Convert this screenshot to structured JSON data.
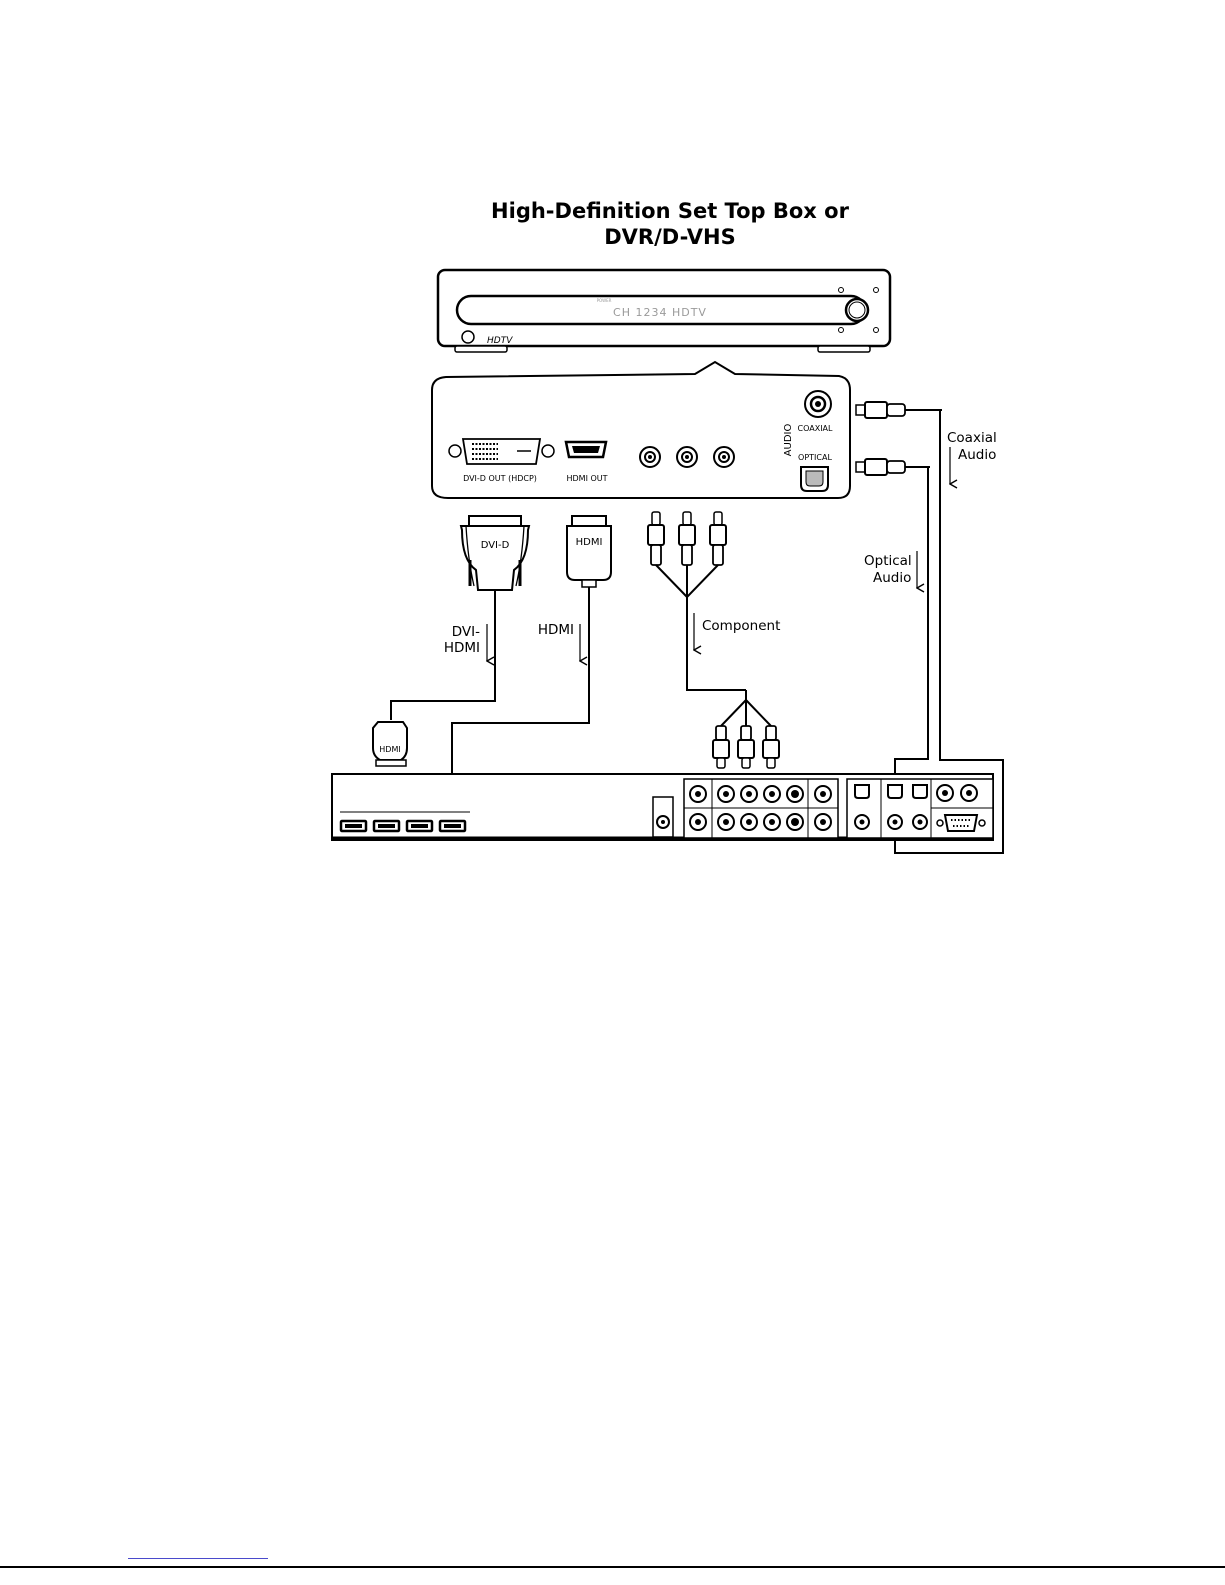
{
  "title": {
    "line1": "High-Definition Set Top Box or",
    "line2": "DVR/D-VHS"
  },
  "set_top_box": {
    "model_text": "CH 1234 HDTV",
    "brand_text": "HDTV",
    "power_label": "POWER"
  },
  "rear_panel": {
    "dvi_port_label": "DVI-D OUT (HDCP)",
    "hdmi_port_label": "HDMI OUT",
    "audio_label": "AUDIO",
    "coaxial_label": "COAXIAL",
    "optical_label": "OPTICAL"
  },
  "connectors": {
    "dvi_plug_label": "DVI-D",
    "hdmi_plug_label": "HDMI",
    "tv_hdmi_plug_label": "HDMI"
  },
  "cables": {
    "dvi_hdmi_line1": "DVI-",
    "dvi_hdmi_line2": "HDMI",
    "hdmi": "HDMI",
    "component": "Component",
    "optical_line1": "Optical",
    "optical_line2": "Audio",
    "coaxial_line1": "Coaxial",
    "coaxial_line2": "Audio"
  }
}
